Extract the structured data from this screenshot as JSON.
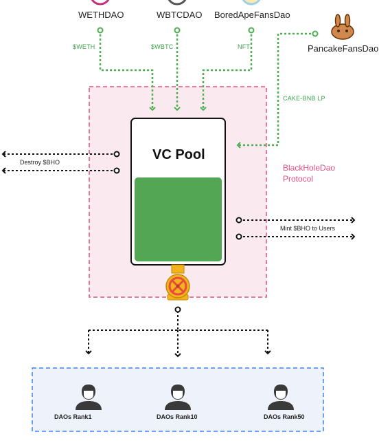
{
  "sources": {
    "weth": {
      "name": "WETHDAO",
      "edge": "$WETH"
    },
    "wbtc": {
      "name": "WBTCDAO",
      "edge": "$WBTC"
    },
    "bayc": {
      "name": "BoredApeFansDao",
      "edge": "NFT"
    },
    "cake": {
      "name": "PancakeFansDao",
      "edge": "CAKE-BNB LP"
    }
  },
  "pool": {
    "title": "VC Pool",
    "fill_level": 0.62
  },
  "protocol": {
    "line1": "BlackHoleDao",
    "line2": "Protocol"
  },
  "flows": {
    "destroy": "Destroy $BHO",
    "mint": "Mint $BHO to Users"
  },
  "ranks": [
    {
      "label": "DAOs Rank1"
    },
    {
      "label": "DAOs Rank10"
    },
    {
      "label": "DAOs Rank50"
    }
  ],
  "colors": {
    "green_flow": "#4caf50",
    "pink_border": "#e0507f",
    "pink_fill": "#fbe9f0",
    "blue_border": "#3b82f6",
    "blue_fill": "#eef3fb",
    "pool_liquid": "#53a653",
    "valve": "#f2b31c",
    "valve_wheel": "#e84c3d"
  }
}
